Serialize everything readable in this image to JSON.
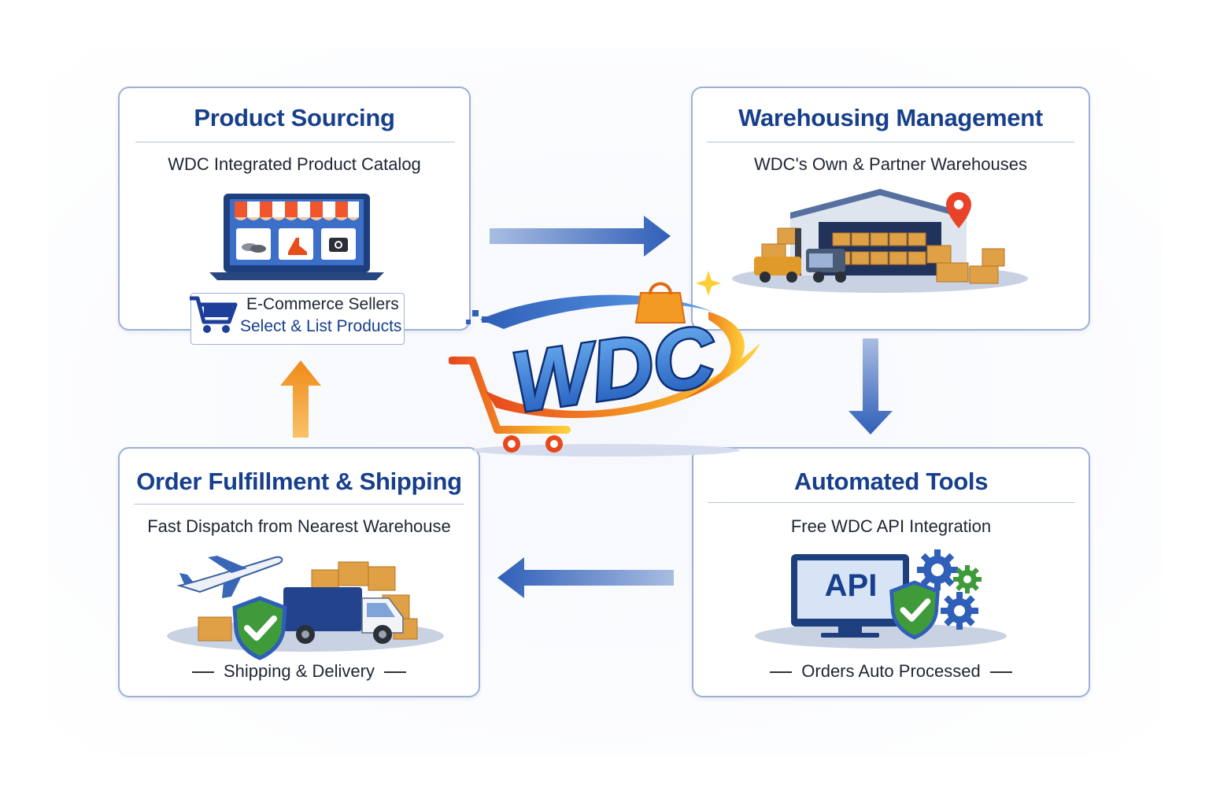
{
  "logo": {
    "text": "WDC"
  },
  "cards": {
    "sourcing": {
      "title": "Product Sourcing",
      "subtitle": "WDC Integrated Product Catalog",
      "callout_line1": "E-Commerce Sellers",
      "callout_line2": "Select & List Products"
    },
    "warehousing": {
      "title": "Warehousing Management",
      "subtitle": "WDC's Own & Partner Warehouses"
    },
    "automation": {
      "title": "Automated Tools",
      "subtitle": "Free WDC API Integration",
      "screen_label": "API",
      "footer": "Orders Auto Processed"
    },
    "fulfillment": {
      "title": "Order Fulfillment & Shipping",
      "subtitle": "Fast Dispatch from Nearest Warehouse",
      "footer": "Shipping & Delivery"
    }
  },
  "colors": {
    "title_blue": "#173f8c",
    "arrow_blue": "#2f5fb8",
    "arrow_orange": "#f39a25",
    "border": "#9db0d3"
  },
  "icons": [
    "storefront-laptop-icon",
    "shopping-cart-icon",
    "warehouse-icon",
    "location-pin-icon",
    "api-monitor-icon",
    "gears-icon",
    "shield-check-icon",
    "airplane-icon",
    "delivery-truck-icon",
    "boxes-icon"
  ]
}
